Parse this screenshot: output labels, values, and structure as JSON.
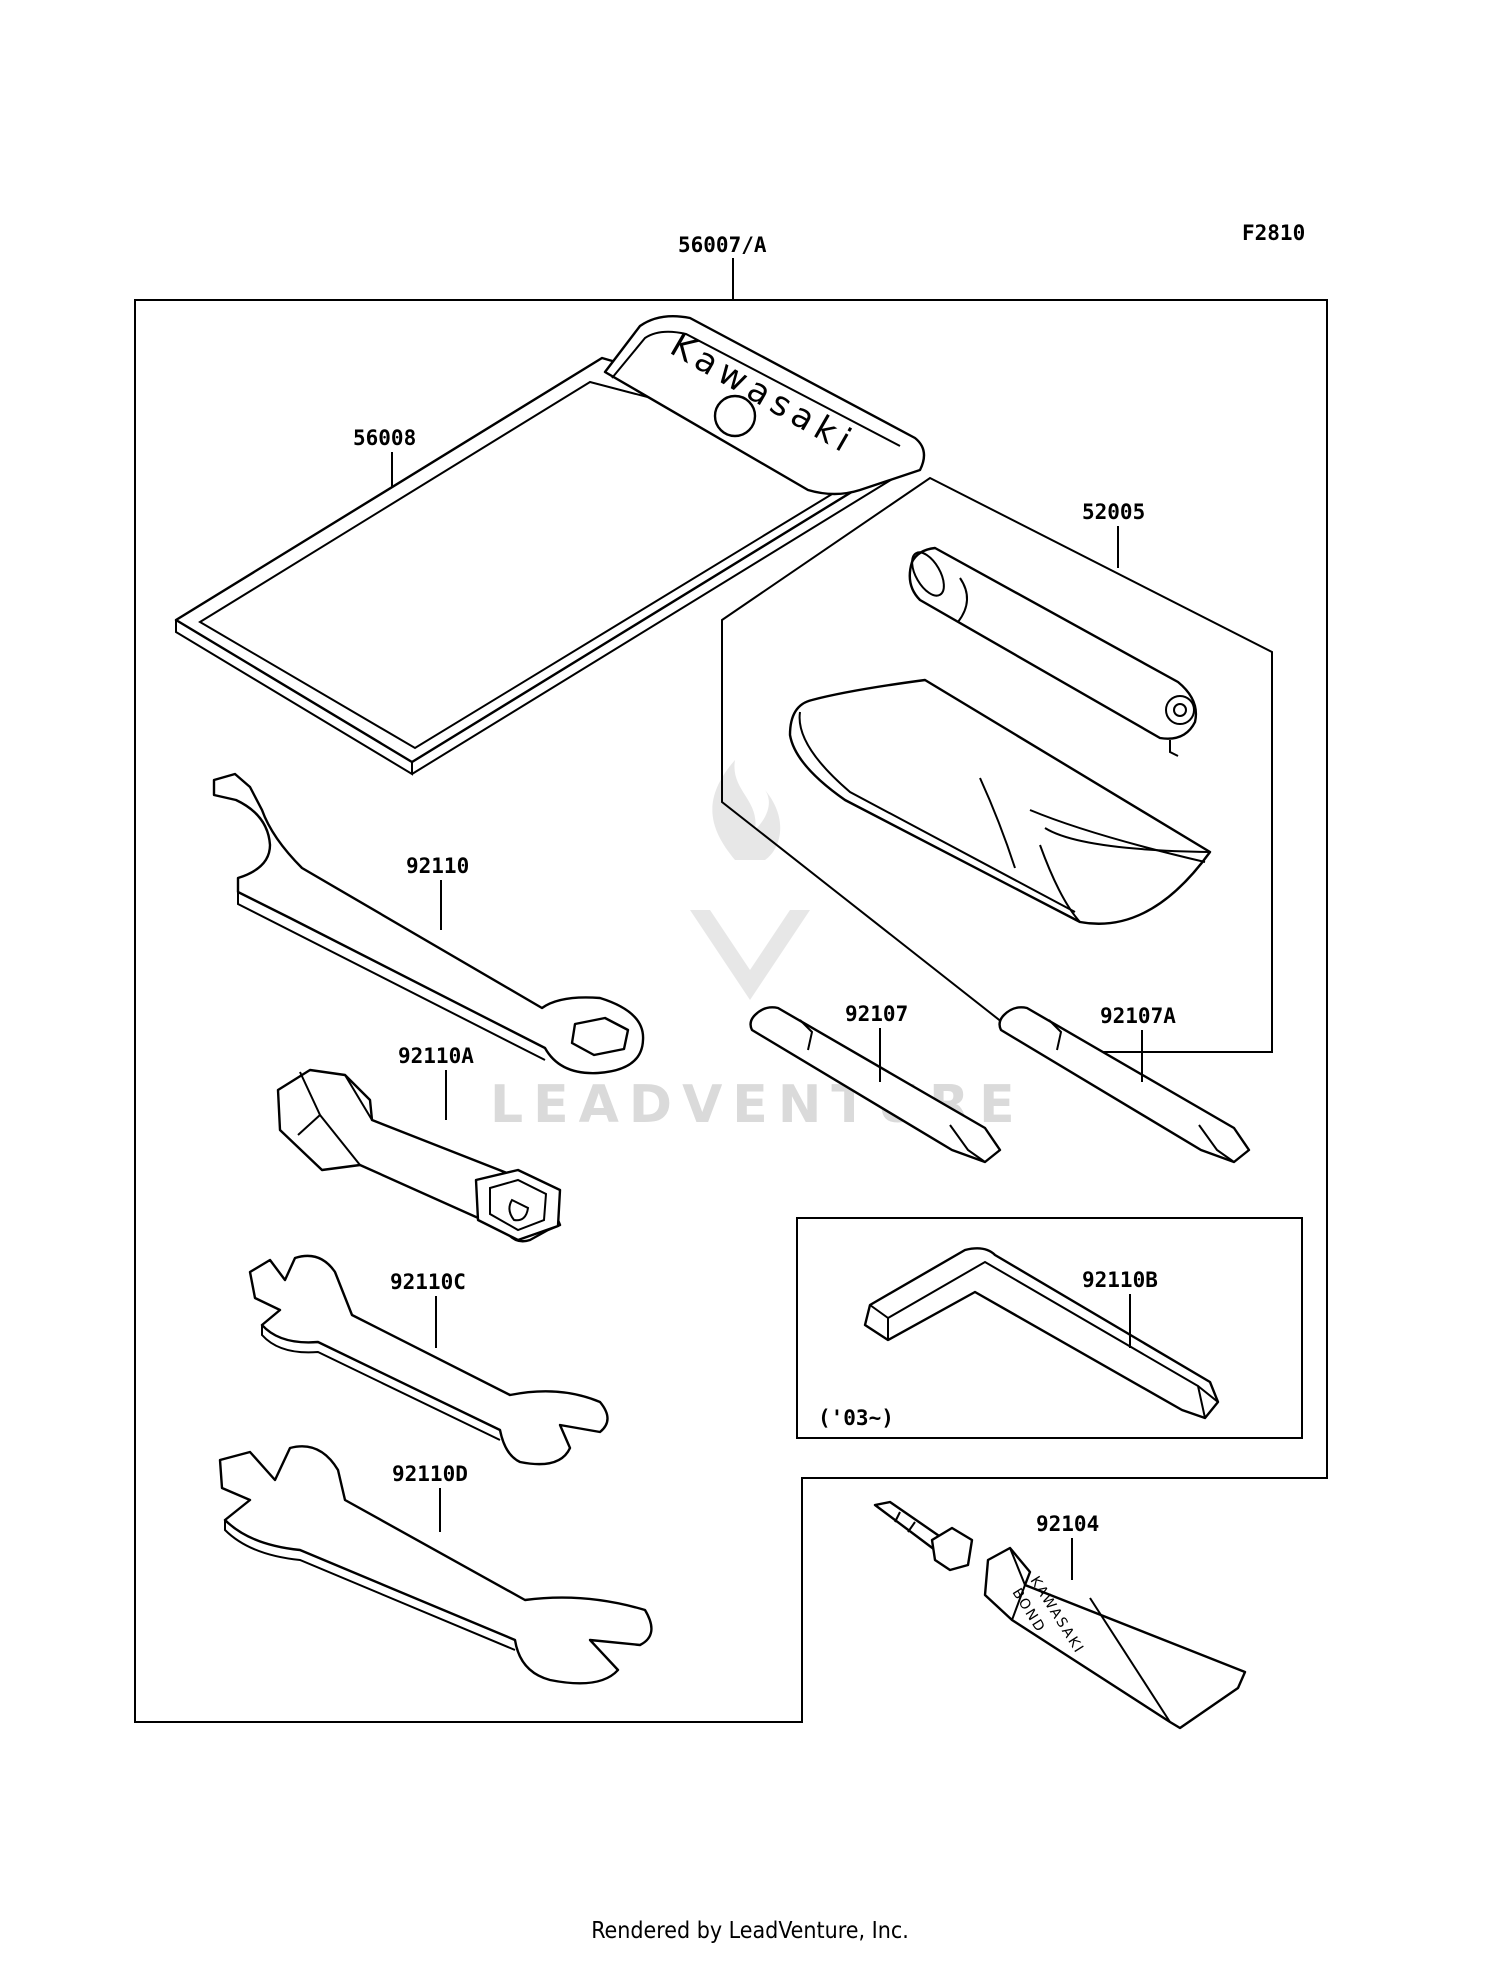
{
  "diagram_code": "F2810",
  "watermark_text": "LEADVENTURE",
  "footer": "Rendered by LeadVenture, Inc.",
  "pouch_brand": "Kawasaki",
  "bond_brand": "KAWASAKI",
  "bond_text": "BOND",
  "parts": [
    {
      "id": "p560007",
      "label": "56007/A"
    },
    {
      "id": "p56008",
      "label": "56008"
    },
    {
      "id": "p52005",
      "label": "52005"
    },
    {
      "id": "p92110",
      "label": "92110"
    },
    {
      "id": "p92107",
      "label": "92107"
    },
    {
      "id": "p92107A",
      "label": "92107A"
    },
    {
      "id": "p92110A",
      "label": "92110A"
    },
    {
      "id": "p92110B",
      "label": "92110B"
    },
    {
      "id": "p92110C",
      "label": "92110C"
    },
    {
      "id": "p92110D",
      "label": "92110D"
    },
    {
      "id": "p92104",
      "label": "92104"
    }
  ],
  "note_year": "('03~)"
}
